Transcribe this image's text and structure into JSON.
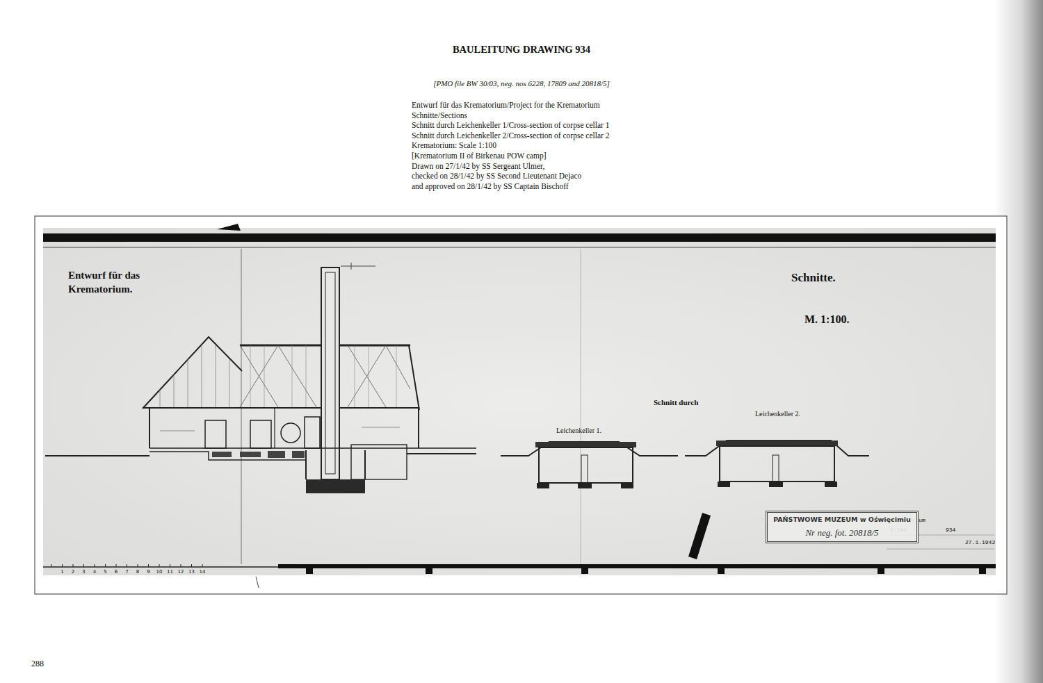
{
  "diagram": {
    "title": "BAULEITUNG DRAWING 934",
    "nodes": [
      {
        "text": [
          "PAŃSTWOWE MUZEUM w Oświęcimiu",
          "Nr neg. fot. 20818/5"
        ]
      }
    ],
    "labels": [
      "[PMO file BW 30/03, neg. nos 6228, 17809 and 20818/5]",
      "Entwurf für das Krematorium/Project for the Krematorium",
      "Schnitte/Sections",
      "Schnitt durch Leichenkeller 1/Cross-section of corpse cellar 1",
      "Schnitt durch Leichenkeller 2/Cross-section of corpse cellar 2",
      "Krematorium: Scale 1:100",
      "[Krematorium II of Birkenau POW camp]",
      "Drawn on 27/1/42 by SS Sergeant Ulmer,",
      "checked on 28/1/42 by SS Second Lieutenant Dejaco",
      "and approved on 28/1/42 by SS Captain Bischoff",
      "Entwurf für das Krematorium.",
      "Schnitte.",
      "M. 1:100.",
      "Schnitt durch",
      "Leichenkeller 1.",
      "Leichenkeller 2.",
      "Krematorium",
      "1:100",
      "934",
      "27.1.1942",
      "1",
      "2",
      "3",
      "4",
      "5",
      "6",
      "7",
      "8",
      "9",
      "10",
      "11",
      "12",
      "13",
      "14",
      "288"
    ]
  }
}
